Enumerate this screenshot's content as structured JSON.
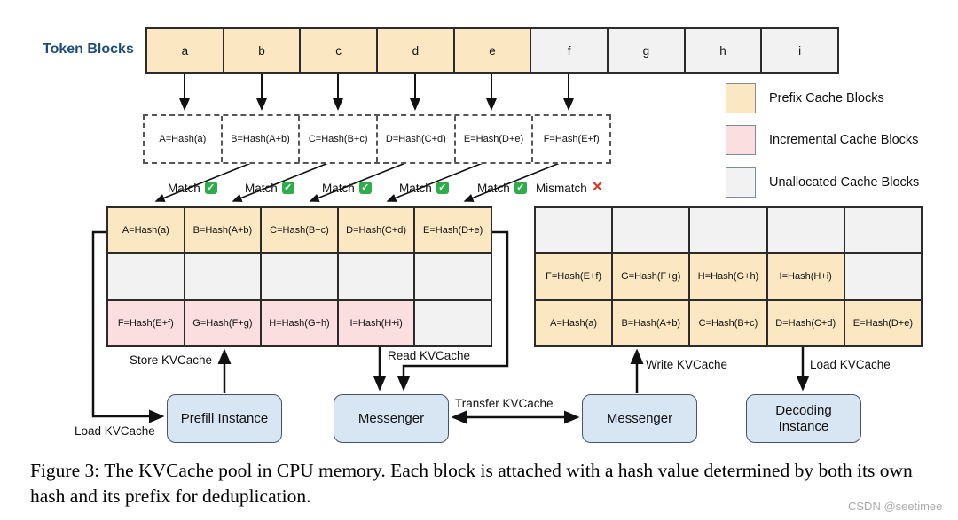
{
  "colors": {
    "prefix_cache": "#FBE7C2",
    "incremental_cache": "#FADEE0",
    "unallocated_cache": "#F2F2F3",
    "instance_fill": "#D8E5F3",
    "instance_border": "#44546A",
    "title_blue": "#1F4E79",
    "match_green": "#2EAD4B",
    "mismatch_red": "#DB3B2B"
  },
  "token_blocks_label": "Token Blocks",
  "token_blocks": [
    "a",
    "b",
    "c",
    "d",
    "e",
    "f",
    "g",
    "h",
    "i"
  ],
  "hash_row": [
    "A=Hash(a)",
    "B=Hash(A+b)",
    "C=Hash(B+c)",
    "D=Hash(C+d)",
    "E=Hash(D+e)",
    "F=Hash(E+f)"
  ],
  "match_row": {
    "match_label": "Match",
    "mismatch_label": "Mismatch",
    "check_glyph": "✓",
    "x_glyph": "✕"
  },
  "left_pool": {
    "rows": [
      [
        "A=Hash(a)",
        "B=Hash(A+b)",
        "C=Hash(B+c)",
        "D=Hash(C+d)",
        "E=Hash(D+e)"
      ],
      [
        "",
        "",
        "",
        "",
        ""
      ],
      [
        "F=Hash(E+f)",
        "G=Hash(F+g)",
        "H=Hash(G+h)",
        "I=Hash(H+i)",
        ""
      ]
    ]
  },
  "right_pool": {
    "rows": [
      [
        "",
        "",
        "",
        "",
        ""
      ],
      [
        "F=Hash(E+f)",
        "G=Hash(F+g)",
        "H=Hash(G+h)",
        "I=Hash(H+i)",
        ""
      ],
      [
        "A=Hash(a)",
        "B=Hash(A+b)",
        "C=Hash(B+c)",
        "D=Hash(C+d)",
        "E=Hash(D+e)"
      ]
    ]
  },
  "legend": {
    "items": [
      {
        "label": "Prefix Cache Blocks"
      },
      {
        "label": "Incremental Cache Blocks"
      },
      {
        "label": "Unallocated Cache Blocks"
      }
    ]
  },
  "arrow_labels": {
    "store": "Store KVCache",
    "read": "Read KVCache",
    "load_left": "Load KVCache",
    "transfer": "Transfer KVCache",
    "write": "Write KVCache",
    "load_right": "Load KVCache"
  },
  "instances": {
    "prefill": "Prefill Instance",
    "messenger_left": "Messenger",
    "messenger_right": "Messenger",
    "decoding": "Decoding Instance"
  },
  "caption": "Figure 3: The KVCache pool in CPU memory. Each block is attached with a hash value determined by both its own hash and its prefix for deduplication.",
  "watermark": "CSDN @seetimee"
}
